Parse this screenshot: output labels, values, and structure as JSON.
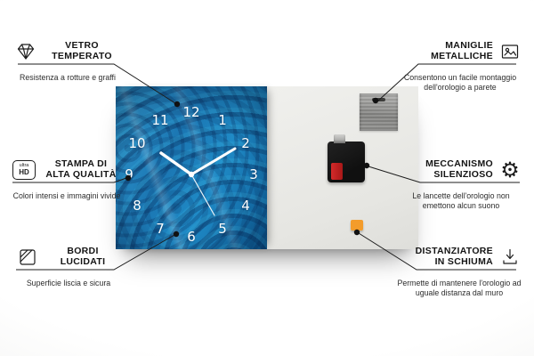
{
  "callouts": {
    "vetro": {
      "title1": "VETRO",
      "title2": "TEMPERATO",
      "desc": "Resistenza a rotture e graffi"
    },
    "stampa": {
      "title1": "STAMPA DI",
      "title2": "ALTA QUALITÀ",
      "desc": "Colori intensi e immagini vivide"
    },
    "bordi": {
      "title1": "BORDI",
      "title2": "LUCIDATI",
      "desc": "Superficie liscia e sicura"
    },
    "maniglie": {
      "title1": "MANIGLIE",
      "title2": "METALLICHE",
      "desc": "Consentono un facile montaggio dell'orologio a parete"
    },
    "meccanismo": {
      "title1": "MECCANISMO",
      "title2": "SILENZIOSO",
      "desc": "Le lancette dell'orologio non emettono alcun suono"
    },
    "distanziatore": {
      "title1": "DISTANZIATORE",
      "title2": "IN SCHIUMA",
      "desc": "Permette di mantenere l'orologio ad uguale distanza dal muro"
    }
  },
  "icons": {
    "ultra_hd_top": "ultra",
    "ultra_hd_bottom": "HD",
    "gear": "⚙"
  },
  "clock": {
    "numbers": [
      "1",
      "2",
      "3",
      "4",
      "5",
      "6",
      "7",
      "8",
      "9",
      "10",
      "11",
      "12"
    ]
  },
  "colors": {
    "front_blue": "#1b79b4",
    "foam_orange": "#f39c2b",
    "battery_red": "#c62222",
    "line": "#1c1c1c"
  }
}
